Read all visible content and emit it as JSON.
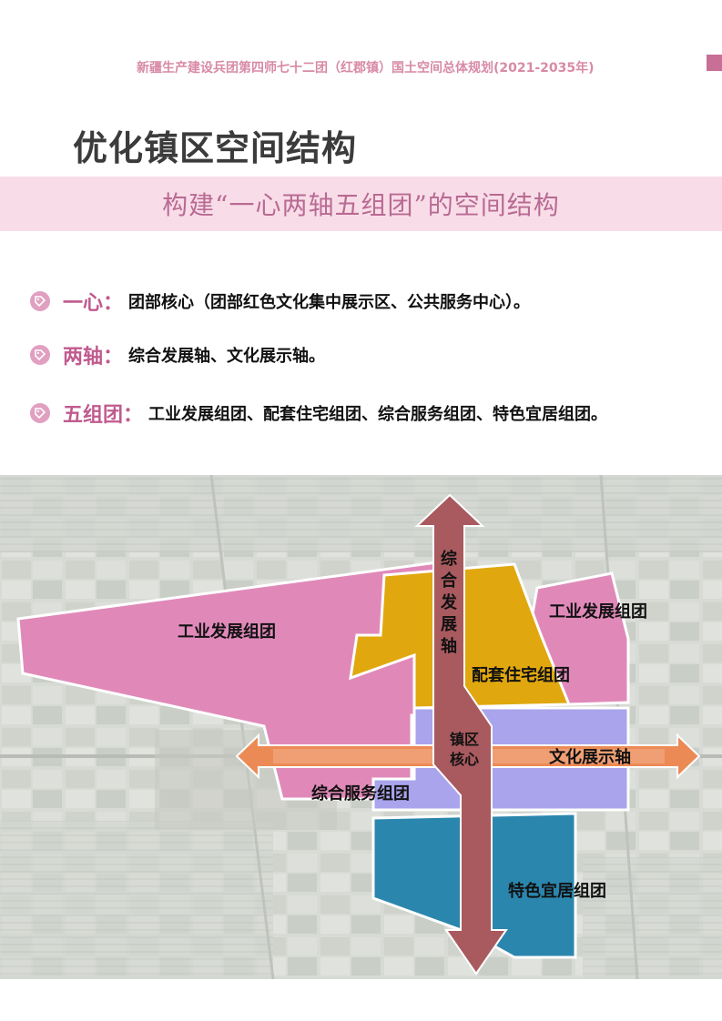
{
  "header": {
    "text": "新疆生产建设兵团第四师七十二团（红郡镇）国土空间总体规划(2021-2035年)",
    "accent_color": "#c86f96"
  },
  "title": "优化镇区空间结构",
  "subtitle": "构建“一心两轴五组团”的空间结构",
  "bullets": [
    {
      "key": "一心：",
      "text": "团部核心（团部红色文化集中展示区、公共服务中心）。",
      "icon": "tag-icon"
    },
    {
      "key": "两轴：",
      "text": "综合发展轴、文化展示轴。",
      "icon": "tag-icon"
    },
    {
      "key": "五组团：",
      "text": "工业发展组团、配套住宅组团、综合服务组团、特色宜居组团。",
      "icon": "tag-icon"
    }
  ],
  "map": {
    "labels": {
      "industrial_west": "工业发展组团",
      "industrial_east": "工业发展组团",
      "residential": "配套住宅组团",
      "service": "综合服务组团",
      "livable": "特色宜居组团",
      "axis_vertical": [
        "综",
        "合",
        "发",
        "展",
        "轴"
      ],
      "core": [
        "镇区",
        "核心"
      ],
      "axis_horizontal": "文化展示轴"
    },
    "colors": {
      "industrial": "#e089b9",
      "residential": "#e0a80e",
      "service": "#a9a4ec",
      "livable": "#2b86ad",
      "axis_vertical": "#a85a5f",
      "axis_horizontal": "#ec8a55"
    }
  }
}
